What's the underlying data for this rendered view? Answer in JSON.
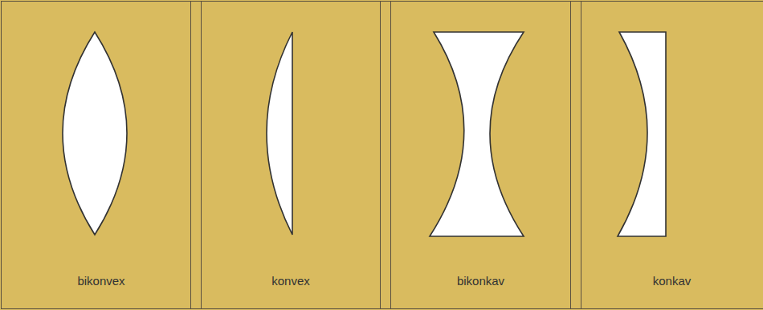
{
  "diagram": {
    "nodes": [
      {
        "text": [
          "bikonvex"
        ]
      },
      {
        "text": [
          "konvex"
        ]
      },
      {
        "text": [
          "bikonkav"
        ]
      },
      {
        "text": [
          "konkav"
        ]
      }
    ]
  }
}
